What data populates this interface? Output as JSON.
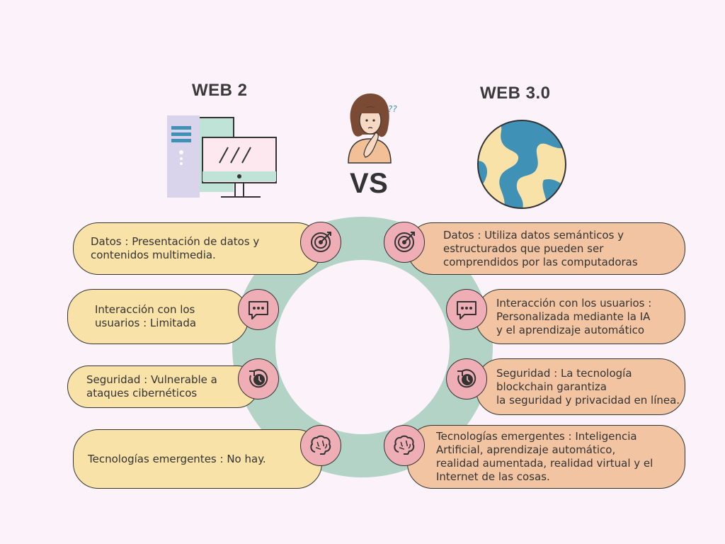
{
  "headings": {
    "web2": "WEB 2",
    "web3": "WEB 3.0",
    "vs": "VS"
  },
  "illustrations": {
    "computer": "computer-icon",
    "person": "thinking-woman-icon",
    "globe": "globe-icon"
  },
  "icons": {
    "data": "target-icon",
    "interaction": "chat-bubble-icon",
    "security": "clock-icon",
    "emerging": "brain-icon"
  },
  "colors": {
    "background": "#fcf3fa",
    "web2_card": "#f9e2a8",
    "web3_card": "#f2c4a2",
    "ring": "#b2d3c6",
    "badge": "#efaeb5"
  },
  "web2": [
    {
      "text": "Datos : Presentación de datos y\ncontenidos multimedia."
    },
    {
      "text": "Interacción con los\nusuarios :  Limitada"
    },
    {
      "text": "Seguridad : Vulnerable a\nataques cibernéticos"
    },
    {
      "text": "Tecnologías emergentes : No hay."
    }
  ],
  "web3": [
    {
      "text": "Datos : Utiliza datos semánticos y\nestructurados que pueden ser\ncomprendidos por las computadoras"
    },
    {
      "text": "Interacción con los usuarios :\nPersonalizada mediante la IA\ny el aprendizaje automático"
    },
    {
      "text": "Seguridad : La tecnología\nblockchain garantiza\nla seguridad y privacidad en línea."
    },
    {
      "text": "Tecnologías emergentes : Inteligencia\nArtificial, aprendizaje automático,\nrealidad aumentada, realidad virtual y el\nInternet de las cosas."
    }
  ]
}
